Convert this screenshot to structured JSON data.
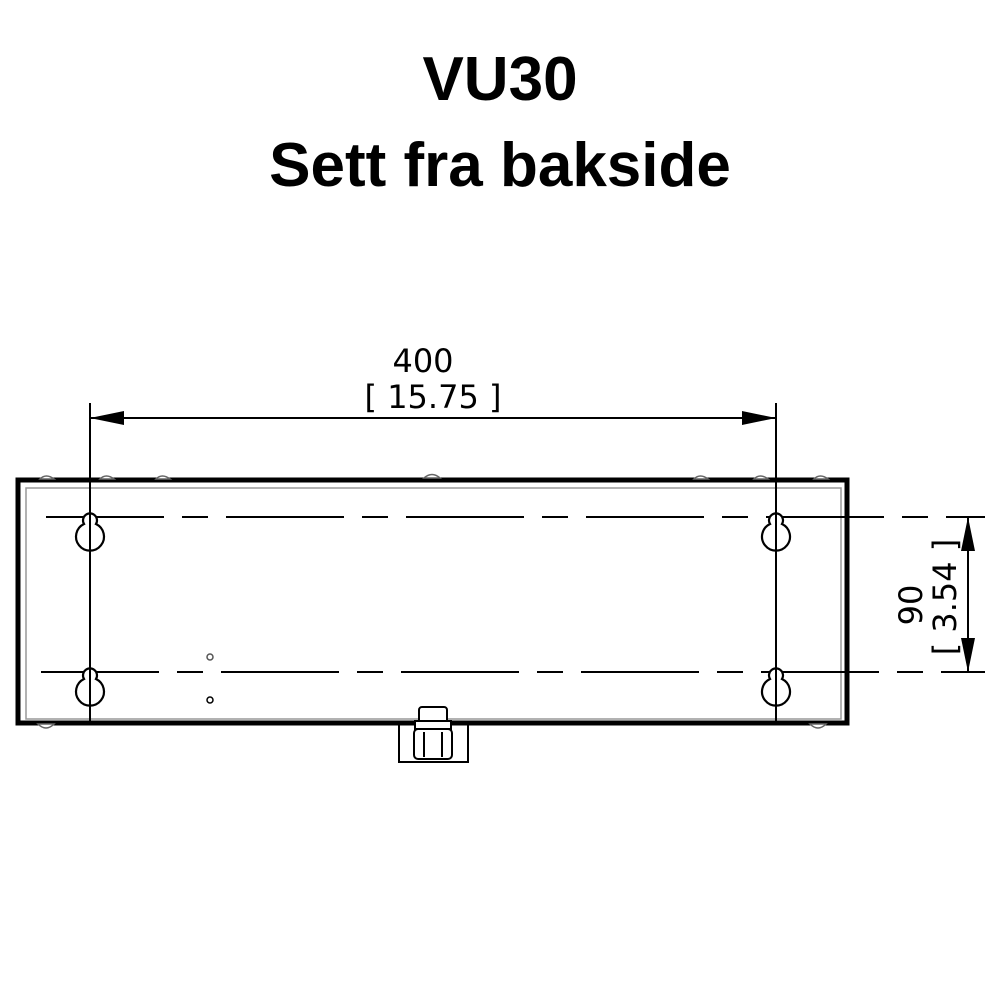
{
  "title": {
    "model": "VU30",
    "subtitle": "Sett fra bakside"
  },
  "dimensions": {
    "width_mm": "400",
    "width_in": "[ 15.75 ]",
    "hole_spacing_mm": "90",
    "hole_spacing_in": "[ 3.54 ]"
  }
}
